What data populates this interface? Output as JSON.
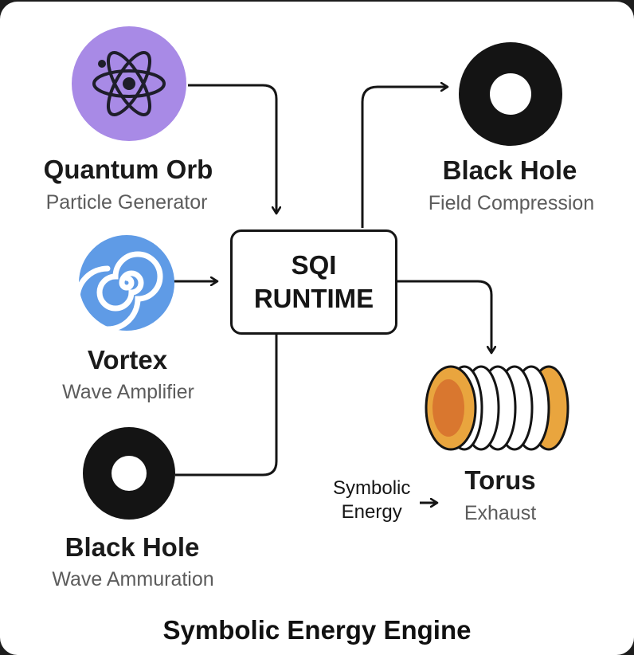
{
  "runtime": {
    "line1": "SQI",
    "line2": "RUNTIME"
  },
  "nodes": {
    "quantum_orb": {
      "title": "Quantum Orb",
      "subtitle": "Particle Generator",
      "icon": "atom-icon",
      "color": "#a88ae6"
    },
    "black_hole_top": {
      "title": "Black Hole",
      "subtitle": "Field Compression",
      "icon": "ring-icon",
      "color": "#141414"
    },
    "vortex": {
      "title": "Vortex",
      "subtitle": "Wave Amplifier",
      "icon": "spiral-icon",
      "color": "#5f9be6"
    },
    "black_hole_bottom": {
      "title": "Black Hole",
      "subtitle": "Wave Ammuration",
      "icon": "ring-icon",
      "color": "#141414"
    },
    "torus": {
      "title": "Torus",
      "subtitle": "Exhaust",
      "icon": "torus-icon",
      "color": "#e9a53e"
    }
  },
  "symbolic_energy": {
    "line1": "Symbolic",
    "line2": "Energy"
  },
  "footer_title": "Symbolic Energy Engine"
}
